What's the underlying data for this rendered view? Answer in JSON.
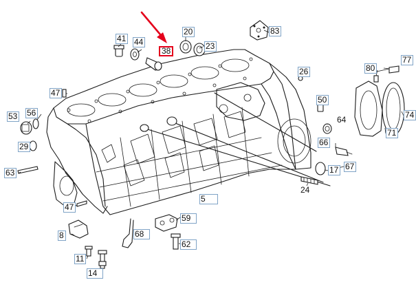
{
  "diagram": {
    "callouts": [
      {
        "id": "41",
        "text": "41",
        "style": "box"
      },
      {
        "id": "44",
        "text": "44",
        "style": "box"
      },
      {
        "id": "38",
        "text": "38",
        "style": "highlight"
      },
      {
        "id": "20",
        "text": "20",
        "style": "box"
      },
      {
        "id": "23",
        "text": "23",
        "style": "box"
      },
      {
        "id": "83",
        "text": "83",
        "style": "box"
      },
      {
        "id": "26",
        "text": "26",
        "style": "box"
      },
      {
        "id": "77",
        "text": "77",
        "style": "box"
      },
      {
        "id": "80",
        "text": "80",
        "style": "box"
      },
      {
        "id": "47a",
        "text": "47",
        "style": "box"
      },
      {
        "id": "50",
        "text": "50",
        "style": "box"
      },
      {
        "id": "53",
        "text": "53",
        "style": "box"
      },
      {
        "id": "56",
        "text": "56",
        "style": "box"
      },
      {
        "id": "74",
        "text": "74",
        "style": "box"
      },
      {
        "id": "64",
        "text": "64",
        "style": "plain"
      },
      {
        "id": "71",
        "text": "71",
        "style": "box"
      },
      {
        "id": "29",
        "text": "29",
        "style": "box"
      },
      {
        "id": "66",
        "text": "66",
        "style": "box"
      },
      {
        "id": "63",
        "text": "63",
        "style": "box"
      },
      {
        "id": "17",
        "text": "17",
        "style": "box"
      },
      {
        "id": "67",
        "text": "67",
        "style": "box"
      },
      {
        "id": "24",
        "text": "24",
        "style": "plain"
      },
      {
        "id": "5",
        "text": "5",
        "style": "box"
      },
      {
        "id": "47b",
        "text": "47",
        "style": "box"
      },
      {
        "id": "59",
        "text": "59",
        "style": "box"
      },
      {
        "id": "68",
        "text": "68",
        "style": "box"
      },
      {
        "id": "8",
        "text": "8",
        "style": "box"
      },
      {
        "id": "62",
        "text": "62",
        "style": "box"
      },
      {
        "id": "11",
        "text": "11",
        "style": "box"
      },
      {
        "id": "14",
        "text": "14",
        "style": "box"
      }
    ],
    "colors": {
      "highlight": "#e4001b",
      "callout_border": "#7fa3c6",
      "line": "#1a1a1a"
    }
  }
}
